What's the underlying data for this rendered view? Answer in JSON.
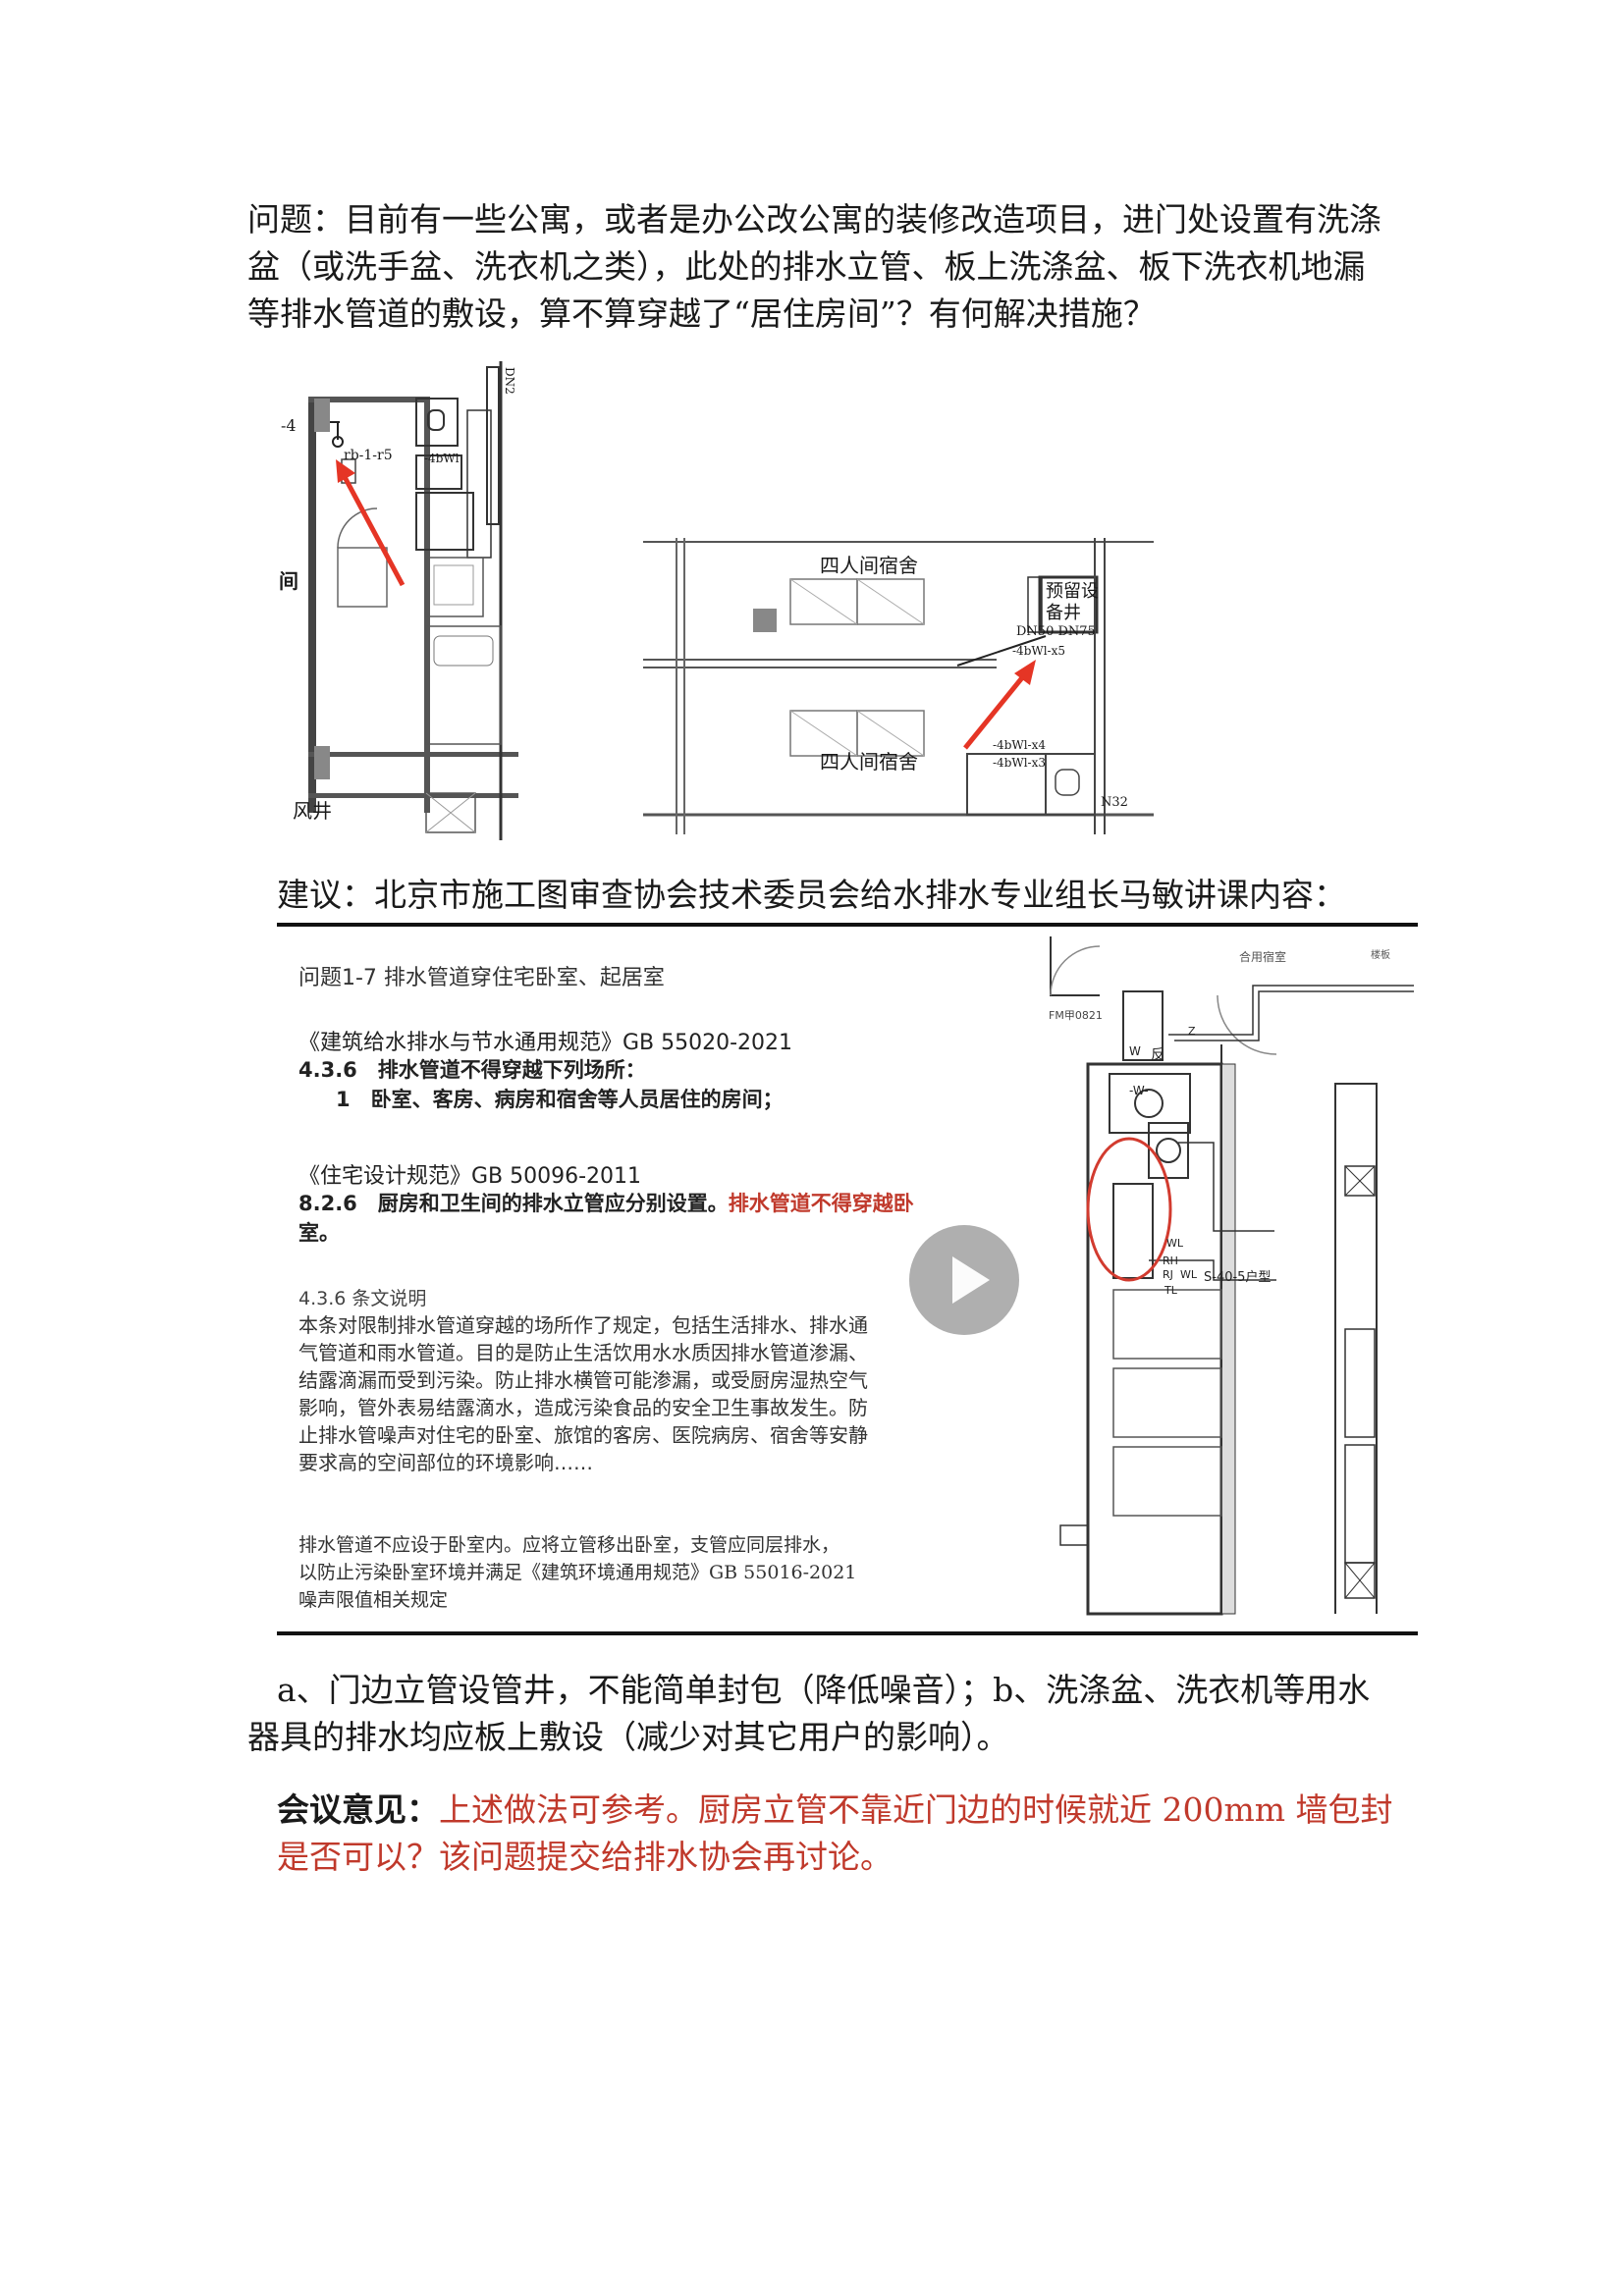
{
  "question": {
    "line1": "问题：目前有一些公寓，或者是办公改公寓的装修改造项目，进门处设置有洗涤",
    "line2": "盆（或洗手盆、洗衣机之类），此处的排水立管、板上洗涤盆、板下洗衣机地漏",
    "line3": "等排水管道的敷设，算不算穿越了“居住房间”？有何解决措施？"
  },
  "figure_left": {
    "label_top": "-4",
    "label_room": "间",
    "label_pipe": "rb-1-r5",
    "label_pipe2": "-4bWl",
    "label_dn": "DN2",
    "label_shaft": "风井"
  },
  "figure_right": {
    "room_top": "四人间宿舍",
    "room_bottom": "四人间宿舍",
    "shaft_line1": "预留设",
    "shaft_line2": "备井",
    "dn_label": "DN50 DN75",
    "pipe_label": "-4bWl-x5",
    "pipe_label2": "-4bWl-x4",
    "pipe_label3": "-4bWl-x3",
    "dn_bottom": "N32"
  },
  "suggestion": "建议：北京市施工图审查协会技术委员会给水排水专业组长马敏讲课内容：",
  "slide": {
    "heading": "问题1-7 排水管道穿住宅卧室、起居室",
    "code1_title": "《建筑给水排水与节水通用规范》GB 55020-2021",
    "code1_item": "4.3.6　排水管道不得穿越下列场所：",
    "code1_sub": "1　卧室、客房、病房和宿舍等人员居住的房间；",
    "code2_title": "《住宅设计规范》GB 50096-2011",
    "code2_item_a": "8.2.6　厨房和卫生间的排水立管应分别设置。",
    "code2_item_b": "排水管道不得穿越卧",
    "code2_item_c": "室。",
    "explain_title": "4.3.6 条文说明",
    "explain_lines": [
      "本条对限制排水管道穿越的场所作了规定，包括生活排水、排水通",
      "气管道和雨水管道。目的是防止生活饮用水水质因排水管道渗漏、",
      "结露滴漏而受到污染。防止排水横管可能渗漏，或受厨房湿热空气",
      "影响，管外表易结露滴水，造成污染食品的安全卫生事故发生。防",
      "止排水管噪声对住宅的卧室、旅馆的客房、医院病房、宿舍等安静",
      "要求高的空间部位的环境影响……"
    ],
    "handwritten_lines": [
      "排水管道不应设于卧室内。应将立管移出卧室，支管应同层排水，",
      "以防止污染卧室环境并满足《建筑环境通用规范》GB 55016-2021",
      "噪声限值相关规定"
    ],
    "plan_labels": {
      "room": "合用宿室",
      "door": "FM甲0821",
      "w1": "W",
      "fan": "反",
      "w2": "-W-",
      "wl": "WL",
      "rh": "RH",
      "rj": "RJ",
      "wl2": "WL",
      "tl": "TL",
      "unit": "S-40-5户型",
      "z": "Z",
      "edge": "楼板"
    }
  },
  "answer_line1": "a、门边立管设管井，不能简单封包（降低噪音）；b、洗涤盆、洗衣机等用水",
  "answer_line2": "器具的排水均应板上敷设（减少对其它用户的影响）。",
  "meeting": {
    "label": "会议意见：",
    "line1": "上述做法可参考。厨房立管不靠近门边的时候就近 200mm 墙包封",
    "line2": "是否可以？该问题提交给排水协会再讨论。"
  },
  "colors": {
    "red": "#c0392b",
    "arrow": "#e53525",
    "text": "#1a1a1a"
  }
}
